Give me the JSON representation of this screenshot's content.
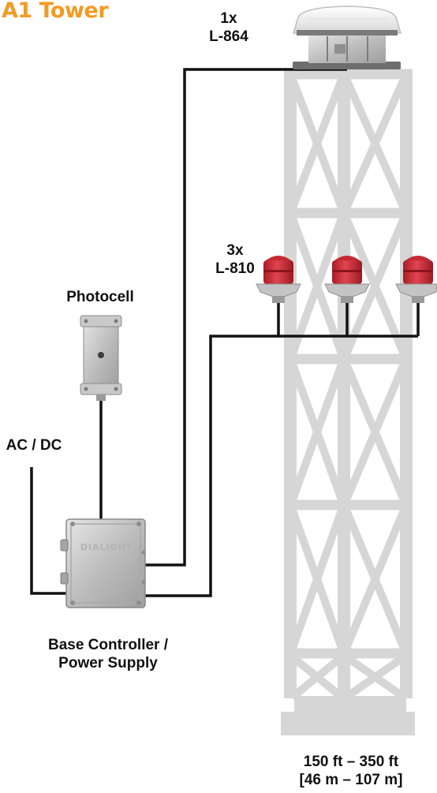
{
  "title": "A1 Tower",
  "colors": {
    "title": "#f39a24",
    "tower": "#d6d6d6",
    "wire": "#111111",
    "lens_red": "#d8333b"
  },
  "labels": {
    "beacon_count": "1x",
    "beacon_model": "L-864",
    "side_light_count": "3x",
    "side_light_model": "L-810",
    "photocell": "Photocell",
    "power_input": "AC / DC",
    "controller_line1": "Base Controller /",
    "controller_line2": "Power Supply",
    "height_line1": "150 ft – 350 ft",
    "height_line2": "[46 m – 107 m]"
  },
  "controller_plate": "DIALIGHT"
}
